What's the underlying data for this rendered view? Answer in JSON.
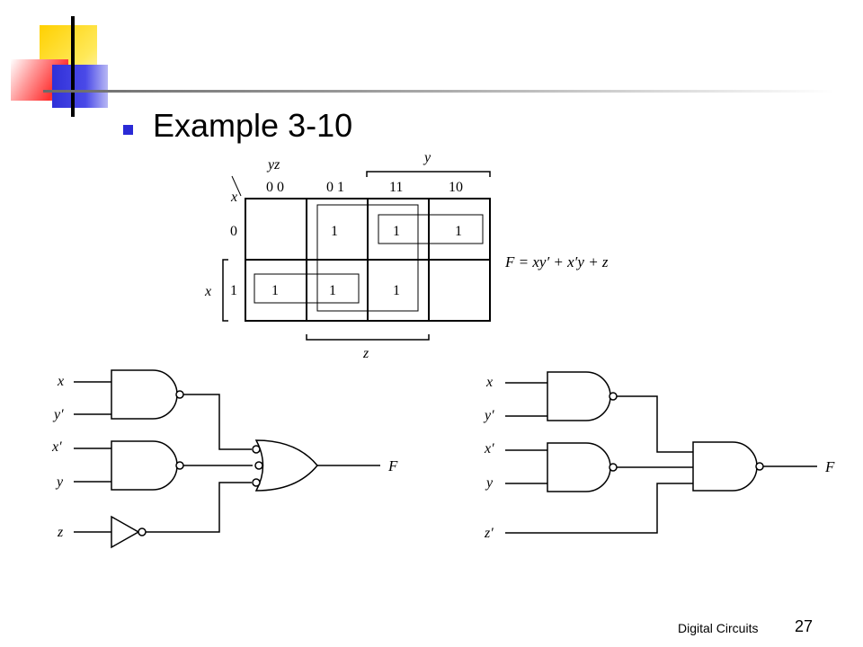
{
  "slide": {
    "title": "Example 3-10",
    "footer": "Digital Circuits",
    "page_number": "27"
  },
  "kmap": {
    "corner_vars": "yz",
    "row_var": "x",
    "column_headers": [
      "0 0",
      "0 1",
      "11",
      "10"
    ],
    "row_headers": [
      "0",
      "1"
    ],
    "cells": [
      [
        "",
        "1",
        "1",
        "1"
      ],
      [
        "1",
        "1",
        "1",
        ""
      ]
    ],
    "top_bracket_label": "y",
    "left_bracket_label": "x",
    "bottom_bracket_label": "z",
    "function": "F = xy′ + x′y + z"
  },
  "circuit_left": {
    "inputs": [
      "x",
      "y′",
      "x′",
      "y",
      "z"
    ],
    "output": "F"
  },
  "circuit_right": {
    "inputs": [
      "x",
      "y′",
      "x′",
      "y",
      "z′"
    ],
    "output": "F"
  }
}
